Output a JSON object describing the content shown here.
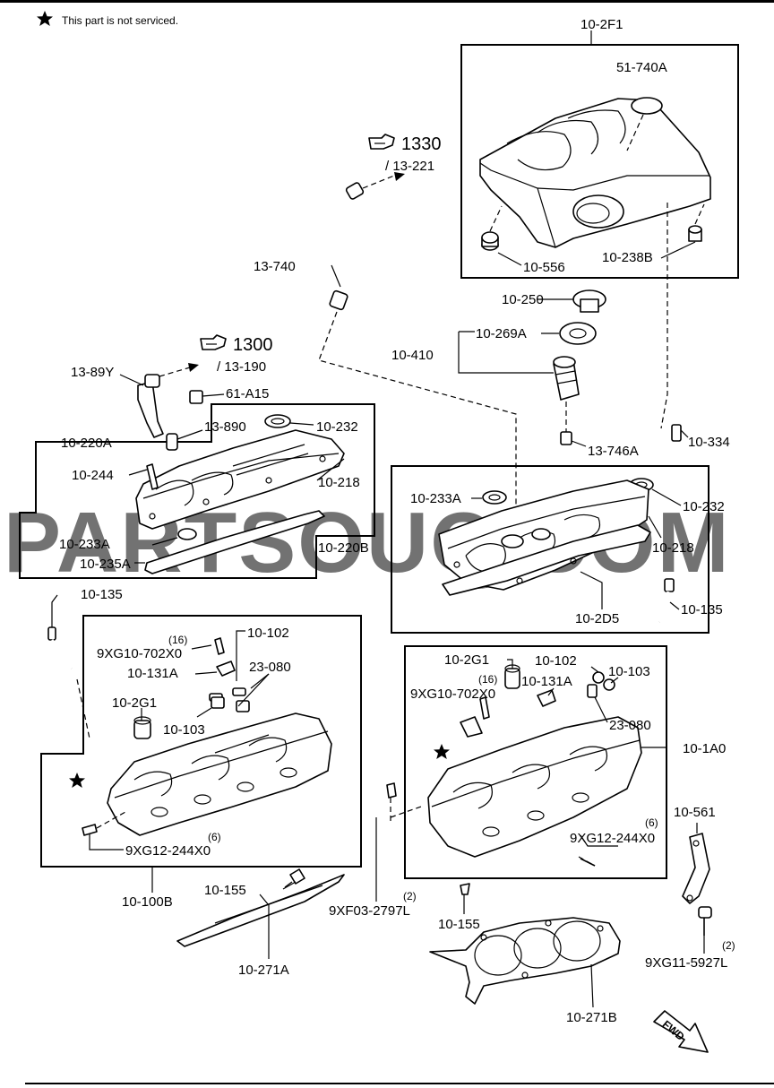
{
  "header": {
    "note": "This part is not serviced."
  },
  "watermark": "PARTSOUQ.COM",
  "labels": {
    "p10_2F1": "10-2F1",
    "p51_740A": "51-740A",
    "p10_556": "10-556",
    "p10_238B": "10-238B",
    "p1330": "1330",
    "p13_221": "/ 13-221",
    "p13_740": "13-740",
    "p10_250": "10-250",
    "p10_269A": "10-269A",
    "p10_410": "10-410",
    "p1300": "1300",
    "p13_190": "/ 13-190",
    "p13_89Y": "13-89Y",
    "p61_A15": "61-A15",
    "p13_890": "13-890",
    "p10_232_l": "10-232",
    "p10_220A": "10-220A",
    "p10_244": "10-244",
    "p10_218_l": "10-218",
    "p10_233A_l": "10-233A",
    "p10_235A": "10-235A",
    "p13_746A": "13-746A",
    "p10_334": "10-334",
    "p10_233A_r": "10-233A",
    "p10_232_r": "10-232",
    "p10_218_r": "10-218",
    "p10_220B": "10-220B",
    "p10_2D5": "10-2D5",
    "p10_135_l": "10-135",
    "p10_135_r": "10-135",
    "p10_102_l": "10-102",
    "p16_l": "(16)",
    "p9XG10_l": "9XG10-702X0",
    "p10_131A_l": "10-131A",
    "p23_080_l": "23-080",
    "p10_2G1_l": "10-2G1",
    "p10_103_l": "10-103",
    "p6_l": "(6)",
    "p9XG12_l": "9XG12-244X0",
    "p10_100B": "10-100B",
    "p10_155_l": "10-155",
    "p10_271A": "10-271A",
    "p10_2G1_r": "10-2G1",
    "p16_r": "(16)",
    "p9XG10_r": "9XG10-702X0",
    "p10_102_r": "10-102",
    "p10_103_r": "10-103",
    "p10_131A_r": "10-131A",
    "p23_080_r": "23-080",
    "p10_1A0": "10-1A0",
    "p6_r": "(6)",
    "p9XG12_r": "9XG12-244X0",
    "p10_561": "10-561",
    "p2_a": "(2)",
    "p9XF03": "9XF03-2797L",
    "p10_155_r": "10-155",
    "p2_b": "(2)",
    "p9XG11": "9XG11-5927L",
    "p10_271B": "10-271B",
    "fwd": "FWD"
  },
  "colors": {
    "ink": "#000000",
    "paper": "#ffffff",
    "watermark": "#c8c8c8"
  }
}
